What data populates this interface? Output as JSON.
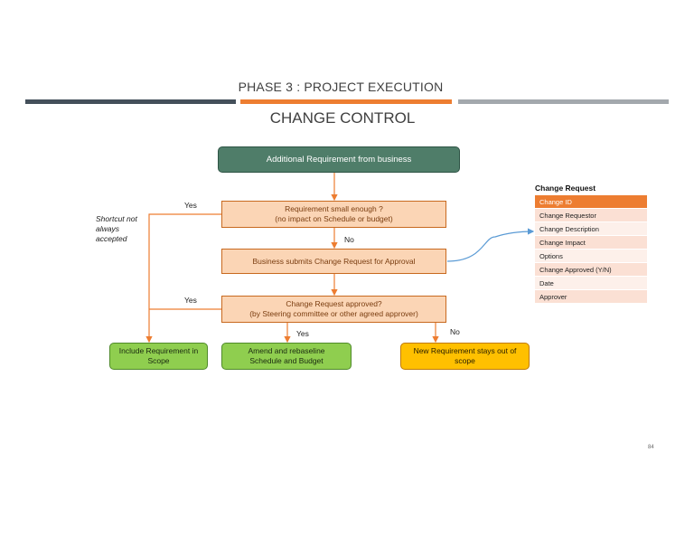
{
  "header": {
    "title": "PHASE 3 : PROJECT EXECUTION",
    "subtitle": "CHANGE CONTROL"
  },
  "colors": {
    "bar_dark": "#44505a",
    "bar_orange": "#ed7d31",
    "bar_grey": "#a3a8ad",
    "arrow_orange": "#ed7d31",
    "arrow_blue": "#5b9bd5"
  },
  "flow": {
    "start": "Additional Requirement from business",
    "q1": "Requirement small enough ?\n(no impact on Schedule or budget)",
    "submit": "Business submits Change Request for Approval",
    "q2": "Change Request approved?\n(by Steering committee or other agreed approver)",
    "include": "Include Requirement in\nScope",
    "amend": "Amend and rebaseline\nSchedule and Budget",
    "out": "New Requirement stays out of\nscope",
    "yes_1": "Yes",
    "no_1": "No",
    "yes_2": "Yes",
    "yes_3": "Yes",
    "no_2": "No",
    "shortcut_note": "Shortcut not\nalways\naccepted"
  },
  "change_request": {
    "title": "Change Request",
    "fields": [
      "Change ID",
      "Change Requestor",
      "Change Description",
      "Change Impact",
      "Options",
      "Change Approved (Y/N)",
      "Date",
      "Approver"
    ]
  },
  "page_number": "84"
}
